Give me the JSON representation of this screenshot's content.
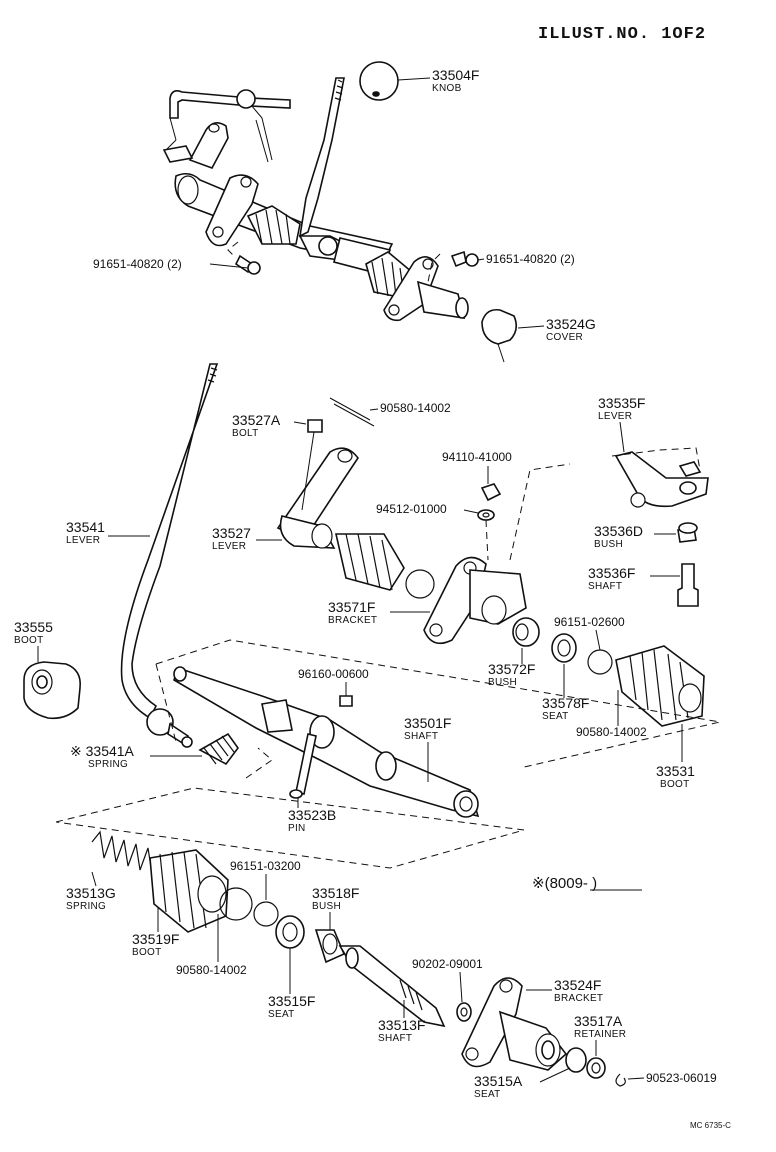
{
  "header": {
    "illust_no": "ILLUST.NO. 1OF2",
    "code": "MC 6735-C"
  },
  "note": "※(8009-       )",
  "parts": {
    "p33504F": {
      "num": "33504F",
      "name": "KNOB"
    },
    "p33524G": {
      "num": "33524G",
      "name": "COVER"
    },
    "p91651L": {
      "num": "91651-40820 (2)"
    },
    "p91651R": {
      "num": "91651-40820 (2)"
    },
    "p33527A": {
      "num": "33527A",
      "name": "BOLT"
    },
    "p90580a": {
      "num": "90580-14002"
    },
    "p33535F": {
      "num": "33535F",
      "name": "LEVER"
    },
    "p94110": {
      "num": "94110-41000"
    },
    "p94512": {
      "num": "94512-01000"
    },
    "p33527": {
      "num": "33527",
      "name": "LEVER"
    },
    "p33541": {
      "num": "33541",
      "name": "LEVER"
    },
    "p33536D": {
      "num": "33536D",
      "name": "BUSH"
    },
    "p33536F": {
      "num": "33536F",
      "name": "SHAFT"
    },
    "p33571F": {
      "num": "33571F",
      "name": "BRACKET"
    },
    "p33555": {
      "num": "33555",
      "name": "BOOT"
    },
    "p96151a": {
      "num": "96151-02600"
    },
    "p96160": {
      "num": "96160-00600"
    },
    "p33572F": {
      "num": "33572F",
      "name": "BUSH"
    },
    "p33578F": {
      "num": "33578F",
      "name": "SEAT"
    },
    "p90580b": {
      "num": "90580-14002"
    },
    "p33501F": {
      "num": "33501F",
      "name": "SHAFT"
    },
    "p33541A": {
      "num": "※ 33541A",
      "name": "SPRING"
    },
    "p33531": {
      "num": "33531",
      "name": "BOOT"
    },
    "p33523B": {
      "num": "33523B",
      "name": "PIN"
    },
    "p96151b": {
      "num": "96151-03200"
    },
    "p33513G": {
      "num": "33513G",
      "name": "SPRING"
    },
    "p33518F": {
      "num": "33518F",
      "name": "BUSH"
    },
    "p33519F": {
      "num": "33519F",
      "name": "BOOT"
    },
    "p90580c": {
      "num": "90580-14002"
    },
    "p90202": {
      "num": "90202-09001"
    },
    "p33524F": {
      "num": "33524F",
      "name": "BRACKET"
    },
    "p33515F": {
      "num": "33515F",
      "name": "SEAT"
    },
    "p33513F": {
      "num": "33513F",
      "name": "SHAFT"
    },
    "p33517A": {
      "num": "33517A",
      "name": "RETAINER"
    },
    "p33515A": {
      "num": "33515A",
      "name": "SEAT"
    },
    "p90523": {
      "num": "90523-06019"
    }
  }
}
